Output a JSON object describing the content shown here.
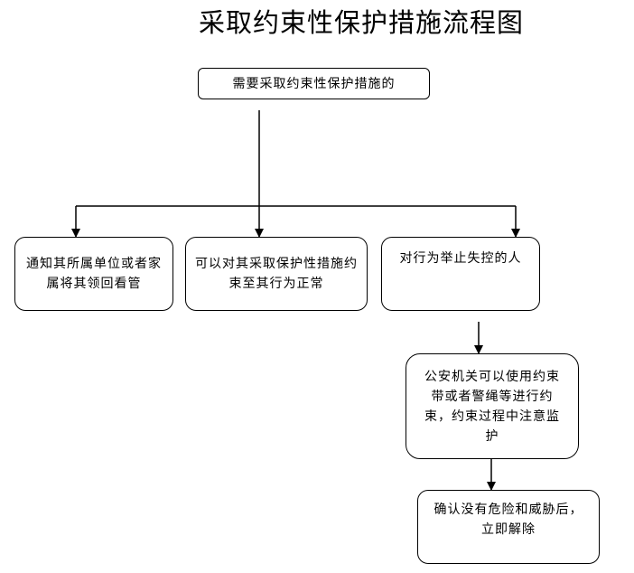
{
  "title": "采取约束性保护措施流程图",
  "nodes": {
    "start": "需要采取约束性保护措施的",
    "notify": "通知其所属单位或者家属将其领回看管",
    "protect": "可以对其采取保护性措施约束至其行为正常",
    "lost_control": "对行为举止失控的人",
    "restraint": "公安机关可以使用约束带或者警绳等进行约束，约束过程中注意监护",
    "release": "确认没有危险和威胁后，立即解除"
  }
}
